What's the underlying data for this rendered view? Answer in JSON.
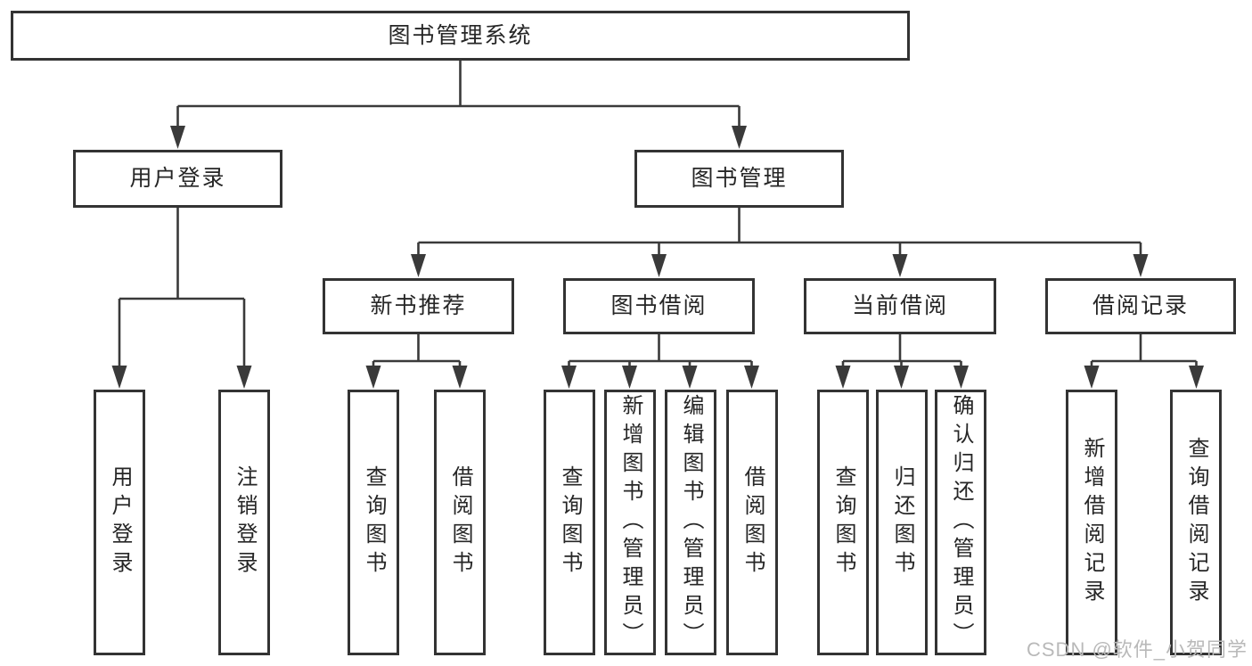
{
  "diagram_title": "图书管理系统",
  "tree": {
    "label": "图书管理系统",
    "children": [
      {
        "label": "用户登录",
        "children": [
          {
            "label": "用户登录"
          },
          {
            "label": "注销登录"
          }
        ]
      },
      {
        "label": "图书管理",
        "children": [
          {
            "label": "新书推荐",
            "children": [
              {
                "label": "查询图书"
              },
              {
                "label": "借阅图书"
              }
            ]
          },
          {
            "label": "图书借阅",
            "children": [
              {
                "label": "查询图书"
              },
              {
                "label": "新增图书（管理员）"
              },
              {
                "label": "编辑图书（管理员）"
              },
              {
                "label": "借阅图书"
              }
            ]
          },
          {
            "label": "当前借阅",
            "children": [
              {
                "label": "查询图书"
              },
              {
                "label": "归还图书"
              },
              {
                "label": "确认归还（管理员）"
              }
            ]
          },
          {
            "label": "借阅记录",
            "children": [
              {
                "label": "新增借阅记录"
              },
              {
                "label": "查询借阅记录"
              }
            ]
          }
        ]
      }
    ]
  },
  "line_color": "#3a3a3a",
  "watermark": "CSDN @软件_小贺同学"
}
